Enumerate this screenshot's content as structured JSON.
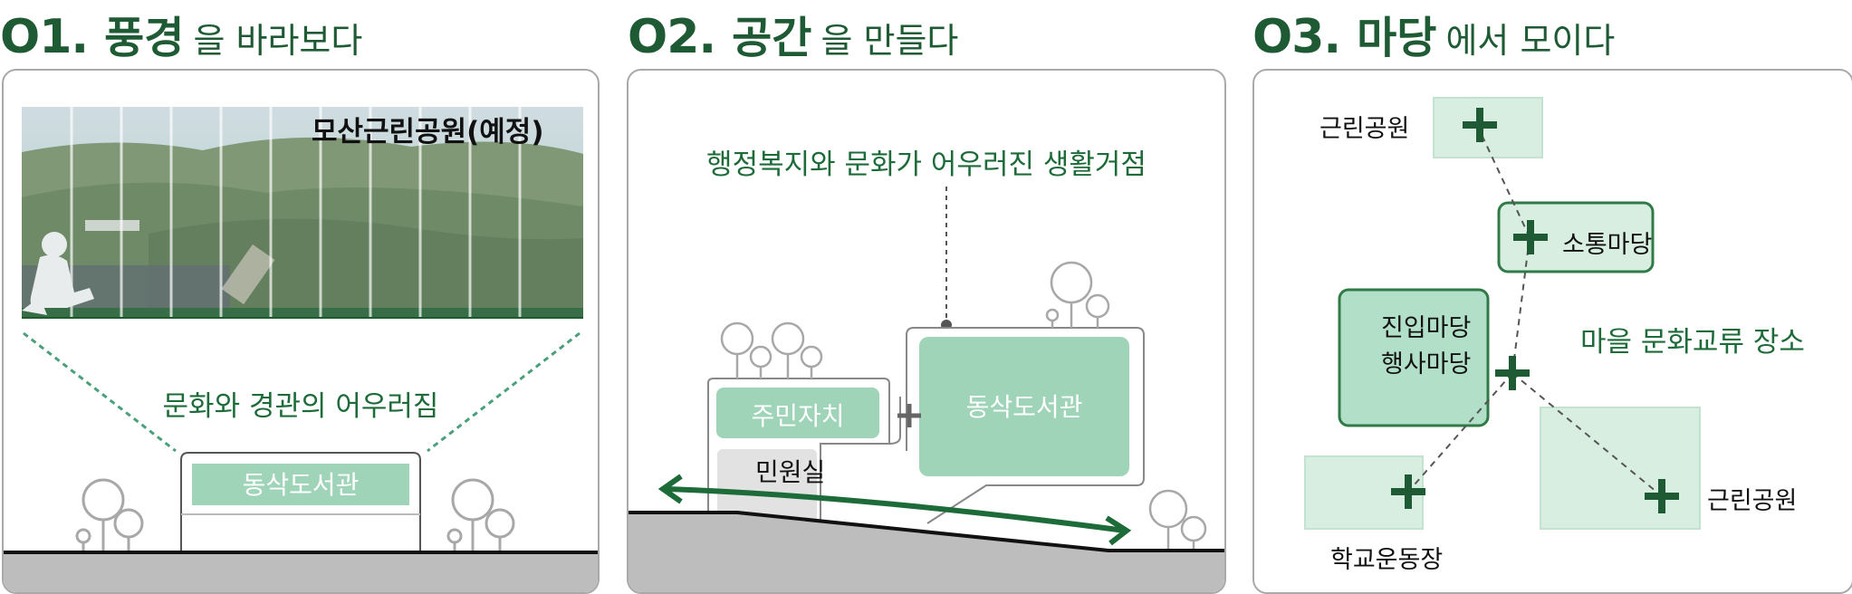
{
  "section1": {
    "num": "O1.",
    "keyword": "풍경",
    "rest": "을 바라보다",
    "photo_label": "모산근린공원(예정)",
    "caption": "문화와 경관의 어우러짐",
    "building_label": "동삭도서관"
  },
  "section2": {
    "num": "O2.",
    "keyword": "공간",
    "rest": "을 만들다",
    "caption": "행정복지와 문화가 어우러진 생활거점",
    "box_resident": "주민자치",
    "box_civil": "민원실",
    "box_library": "동삭도서관",
    "plus": "+"
  },
  "section3": {
    "num": "O3.",
    "keyword": "마당",
    "rest": "에서 모이다",
    "park_top": "근린공원",
    "comm_yard": "소통마당",
    "entry_yard": "진입마당",
    "event_yard": "행사마당",
    "village_culture": "마을 문화교류 장소",
    "school_ground": "학교운동장",
    "park_bottom": "근린공원"
  },
  "colors": {
    "heading": "#1e5a33",
    "mint": "#9fd4b8",
    "mint_light": "#d7eee1",
    "dark_green": "#1e5a33",
    "ground": "#bdbdbd"
  }
}
